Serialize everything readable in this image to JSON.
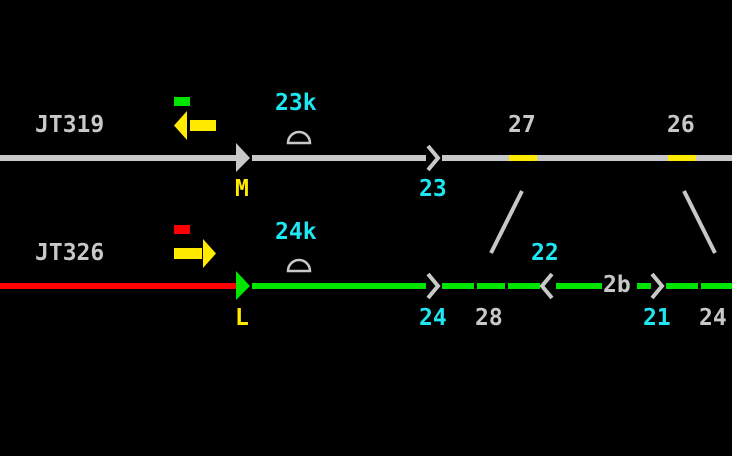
{
  "colors": {
    "background": "#000000",
    "grey": "#c8c8c8",
    "green": "#00e600",
    "red": "#ff0000",
    "yellow": "#ffea00",
    "cyan": "#1ee6f2"
  },
  "upper_line": {
    "train_id": "JT319",
    "route_id": "23k",
    "signal_label": "M",
    "section_a": "23",
    "switch_a": "27",
    "switch_b": "26",
    "indicator_state": "green",
    "arrow_direction": "left"
  },
  "lower_line": {
    "train_id": "JT326",
    "route_id": "24k",
    "signal_label": "L",
    "section_a": "24",
    "section_b": "28",
    "section_c": "22",
    "section_d": "2b",
    "section_e": "21",
    "section_f": "24",
    "indicator_state": "red",
    "arrow_direction": "right"
  }
}
